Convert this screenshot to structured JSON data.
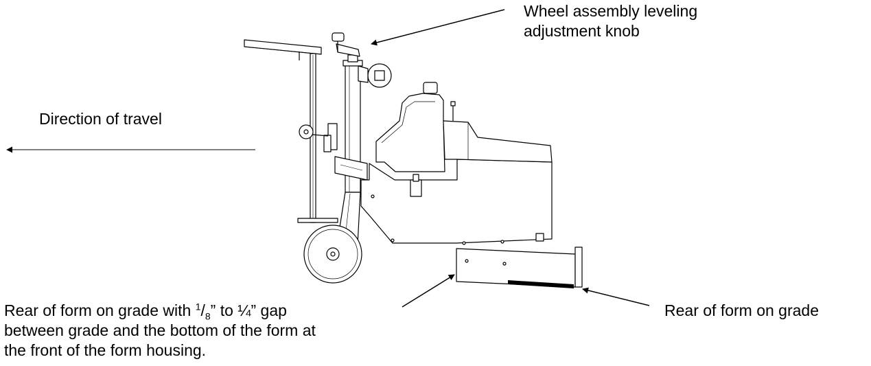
{
  "labels": {
    "knob": {
      "line1": "Wheel assembly leveling",
      "line2": "adjustment knob"
    },
    "travel": "Direction of travel",
    "rear_gap": {
      "line1_prefix": "Rear of form on grade with ",
      "fraction_numerator": "1",
      "fraction_slash": "/",
      "fraction_denominator": "8",
      "line1_suffix": "” to ¼” gap",
      "line2": "between grade and the bottom of the form at",
      "line3": "the front of the form housing."
    },
    "rear_grade": "Rear of form on grade"
  },
  "colors": {
    "ink": "#000000",
    "background": "#ffffff"
  }
}
